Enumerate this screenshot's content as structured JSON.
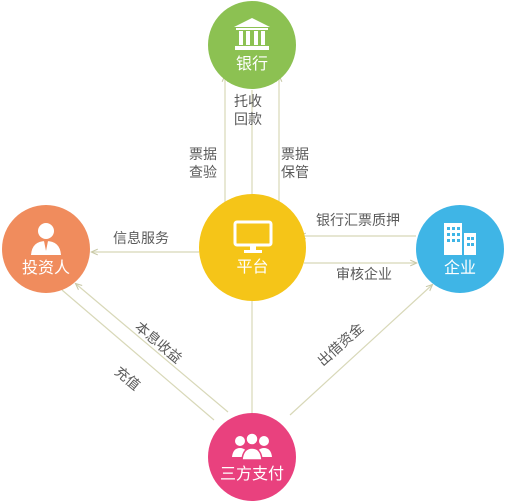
{
  "nodes": {
    "bank": {
      "label": "银行",
      "icon": "bank-icon",
      "color": "#8cc152"
    },
    "investor": {
      "label": "投资人",
      "icon": "person-icon",
      "color": "#f08c5d"
    },
    "platform": {
      "label": "平台",
      "icon": "monitor-icon",
      "color": "#f5c518"
    },
    "company": {
      "label": "企业",
      "icon": "building-icon",
      "color": "#3fb5e6"
    },
    "payment": {
      "label": "三方支付",
      "icon": "people-group-icon",
      "color": "#e9417e"
    }
  },
  "edges": {
    "collection": [
      "托收",
      "回款"
    ],
    "verify": [
      "票据",
      "查验"
    ],
    "custody": [
      "票据",
      "保管"
    ],
    "info_service": "信息服务",
    "bill_pledge": "银行汇票质押",
    "audit": "审核企业",
    "interest": "本息收益",
    "recharge": "充值",
    "funding": "出借资金"
  },
  "line_color": "#d8d8b8"
}
